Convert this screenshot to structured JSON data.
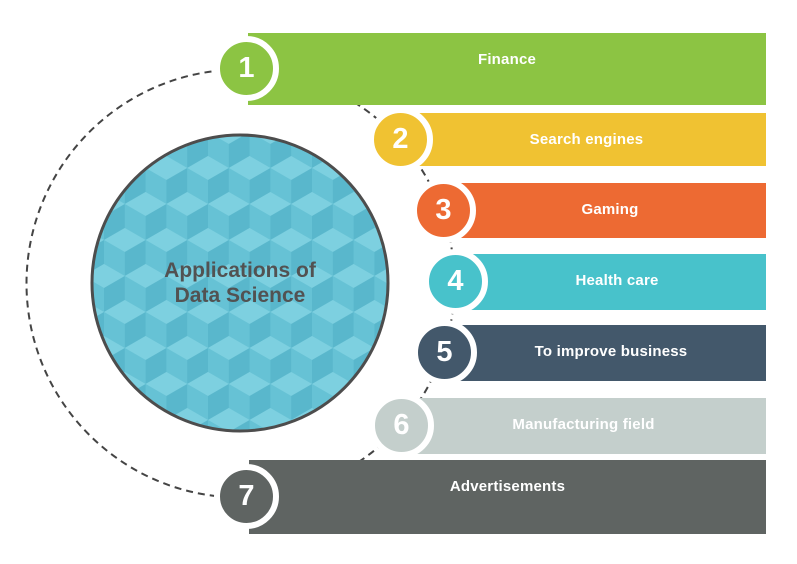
{
  "title": {
    "line1": "Applications of",
    "line2": "Data Science"
  },
  "items": [
    {
      "number": "1",
      "label": "Finance",
      "color": "#8CC443"
    },
    {
      "number": "2",
      "label": "Search engines",
      "color": "#F0C232"
    },
    {
      "number": "3",
      "label": "Gaming",
      "color": "#ED6A33"
    },
    {
      "number": "4",
      "label": "Health care",
      "color": "#48C2CB"
    },
    {
      "number": "5",
      "label": "To improve business",
      "color": "#43586B"
    },
    {
      "number": "6",
      "label": "Manufacturing field",
      "color": "#C4CFCC"
    },
    {
      "number": "7",
      "label": "Advertisements",
      "color": "#5F6462"
    }
  ],
  "colors": {
    "background": "#FFFFFF",
    "bar_label_text": "#FFFFFF",
    "badge_number_text": "#FFFFFF",
    "badge_ring": "#FFFFFF",
    "dashed_circle": "#444444",
    "center_circle_border": "#4D4D4D",
    "center_circle_base": "#6FC7DA",
    "center_pattern_top": "#7DD0E0",
    "center_pattern_left": "#66C2D5",
    "center_pattern_right": "#59B7CC",
    "title_text": "#525252"
  }
}
